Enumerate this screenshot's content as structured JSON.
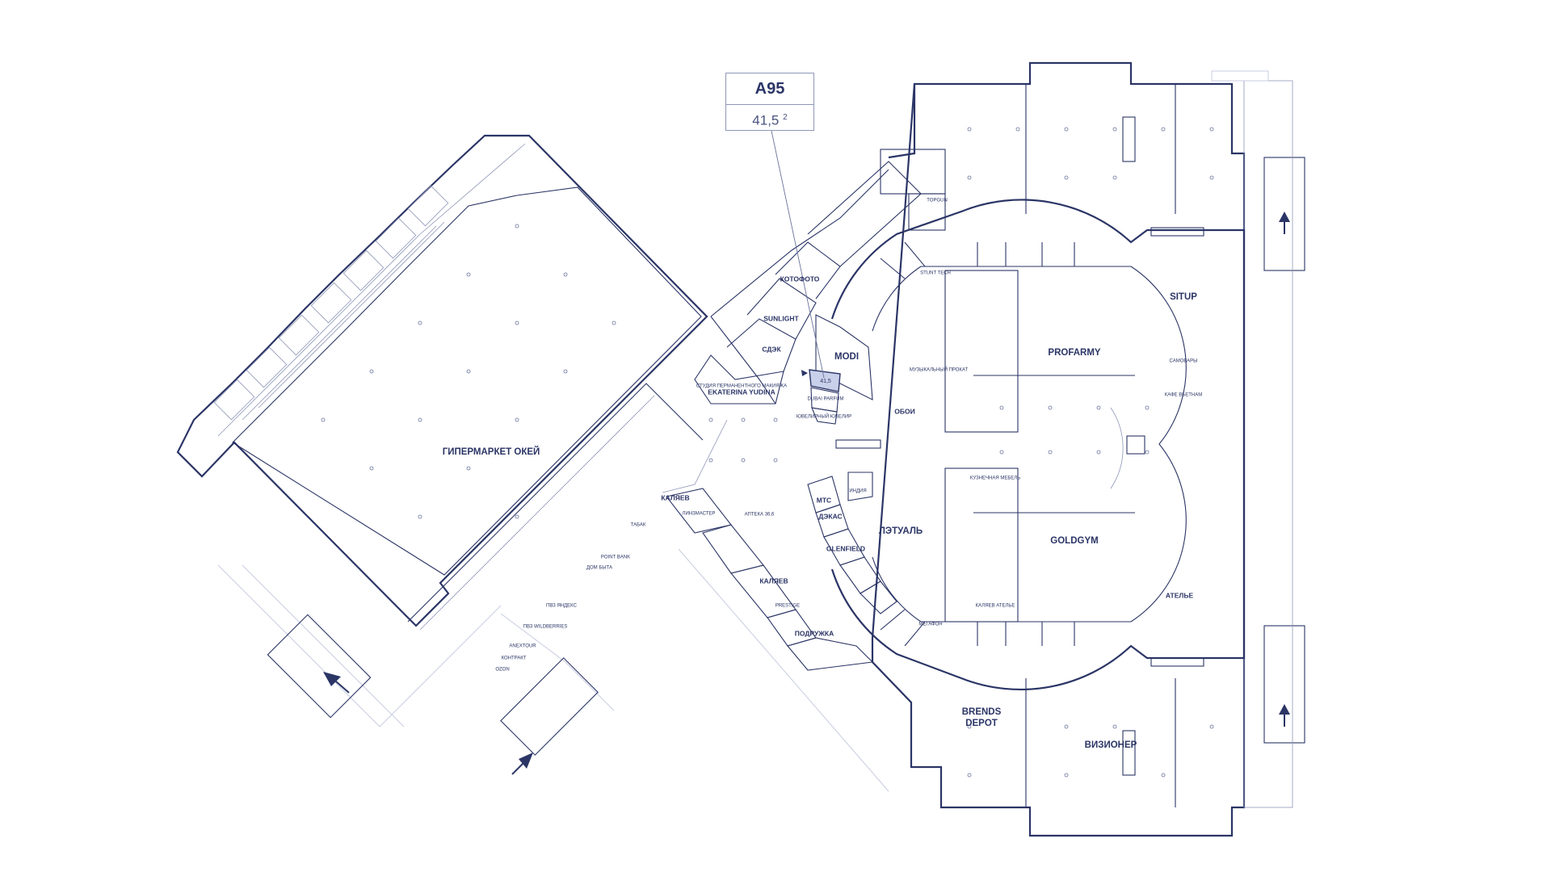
{
  "callout": {
    "code": "A95",
    "area": "41,5",
    "unit": "2"
  },
  "selected": {
    "area_label": "41,5"
  },
  "labels": {
    "hypermarket": "ГИПЕРМАРКЕТ ОКЕЙ",
    "kotofoto": "КОТОФОТО",
    "sunlight": "SUNLIGHT",
    "sdek": "СДЭК",
    "modi": "MODI",
    "ekaterina": "EKATERINA YUDINA",
    "ekaterina_sub": "СТУДИЯ ПЕРМАНЕНТНОГО МАКИЯЖА",
    "dubai": "DUBAI PARFUM",
    "jewel": "ЮВЕЛИРНЫЙ ЮВЕЛИР",
    "topgun": "TOPGUN",
    "stunt": "STUNT TECH",
    "muz": "МУЗЫКАЛЬНЫЙ ПРОКАТ",
    "oboi": "ОБОИ",
    "profarmy": "PROFARMY",
    "situp": "SITUP",
    "samovary": "САМОВАРЫ",
    "kafe": "КАФЕ ВЬЕТНАМ",
    "mts": "МТС",
    "india": "ИНДИЯ",
    "daks": "ДЭКАС",
    "glenfield": "GLENFIELD",
    "letual": "ЛЭТУАЛЬ",
    "kuzn": "КУЗНЕЧНАЯ МЕБЕЛЬ",
    "goldgym": "GOLDGYM",
    "atelie": "АТЕЛЬЕ",
    "kalyaev_atelie": "КАЛЯЕВ АТЕЛЬЕ",
    "megafon": "МЕГАФОН",
    "kalyaev1": "КАЛЯЕВ",
    "linz": "ЛИНЗМАСТЕР",
    "apteka": "АПТЕКА 36,6",
    "kalyaev2": "КАЛЯЕВ",
    "prestige": "PRESTIGE",
    "podruzhka": "ПОДРУЖКА",
    "brends": "BRENDS",
    "depot": "DEPOT",
    "vizioner": "ВИЗИОНЕР",
    "tabak": "ТАБАК",
    "pochta": "POINT BANK",
    "dom_byta": "ДОМ БЫТА",
    "pvz_ya": "ПВЗ ЯНДЕКС",
    "pvz_wb": "ПВЗ WILDBERRIES",
    "anek": "ANEXTOUR",
    "kontrakt": "КОНТРАКТ",
    "ozon": "OZON"
  },
  "colors": {
    "ink": "#2b3566",
    "highlight": "#c9d0ea",
    "background": "#ffffff"
  },
  "icons": {
    "entrance": "arrow-up-icon"
  }
}
